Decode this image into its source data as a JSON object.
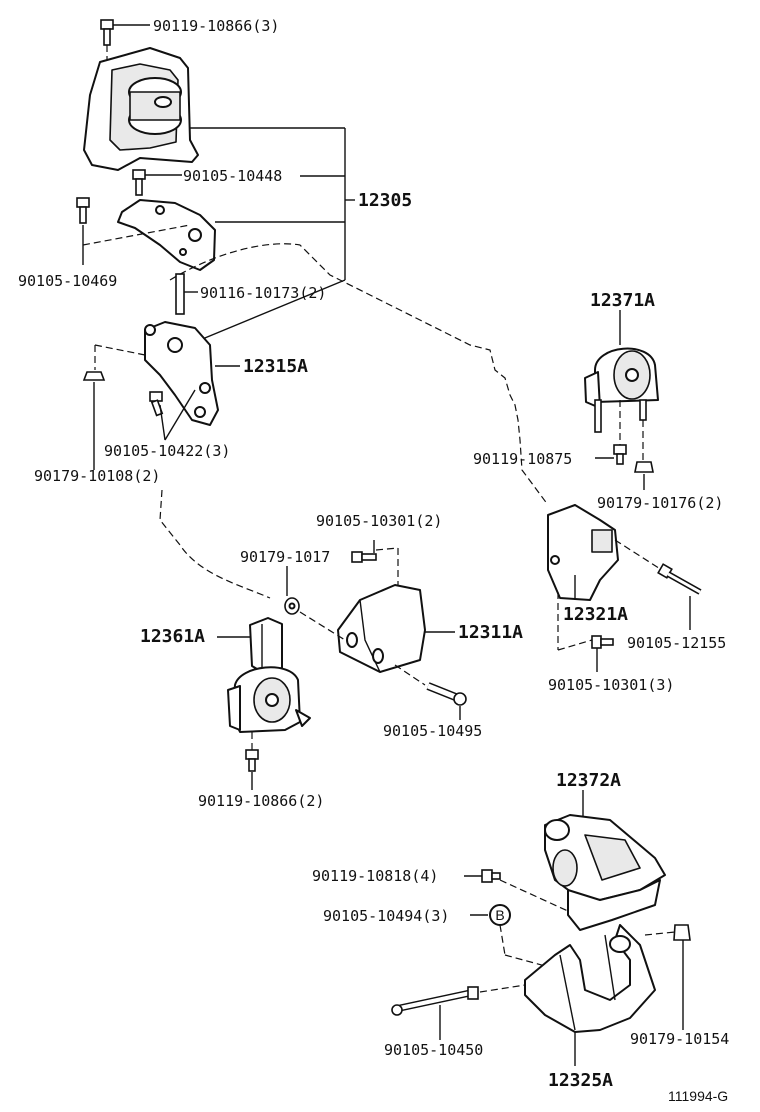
{
  "callouts": {
    "bolt_top": "90119-10866(3)",
    "bolt_90105_10448": "90105-10448",
    "bolt_90105_10469": "90105-10469",
    "stud_90116_10173": "90116-10173(2)",
    "bolt_90105_10422": "90105-10422(3)",
    "nut_90179_10108": "90179-10108(2)",
    "bolt_90119_10875": "90119-10875",
    "nut_90179_10176": "90179-10176(2)",
    "bolt_90105_10301_2": "90105-10301(2)",
    "nut_90179_1017": "90179-1017",
    "bolt_90105_12155": "90105-12155",
    "bolt_90105_10301_3": "90105-10301(3)",
    "bolt_90105_10495": "90105-10495",
    "bolt_90119_10866_2": "90119-10866(2)",
    "bolt_90119_10818": "90119-10818(4)",
    "bolt_90105_10494": "90105-10494(3)",
    "bolt_90105_10450": "90105-10450",
    "nut_90179_10154": "90179-10154"
  },
  "parts": {
    "p12305": "12305",
    "p12371A": "12371A",
    "p12315A": "12315A",
    "p12321A": "12321A",
    "p12311A": "12311A",
    "p12361A": "12361A",
    "p12372A": "12372A",
    "p12325A": "12325A"
  },
  "ref_marker": "B",
  "figure_code": "111994-G"
}
